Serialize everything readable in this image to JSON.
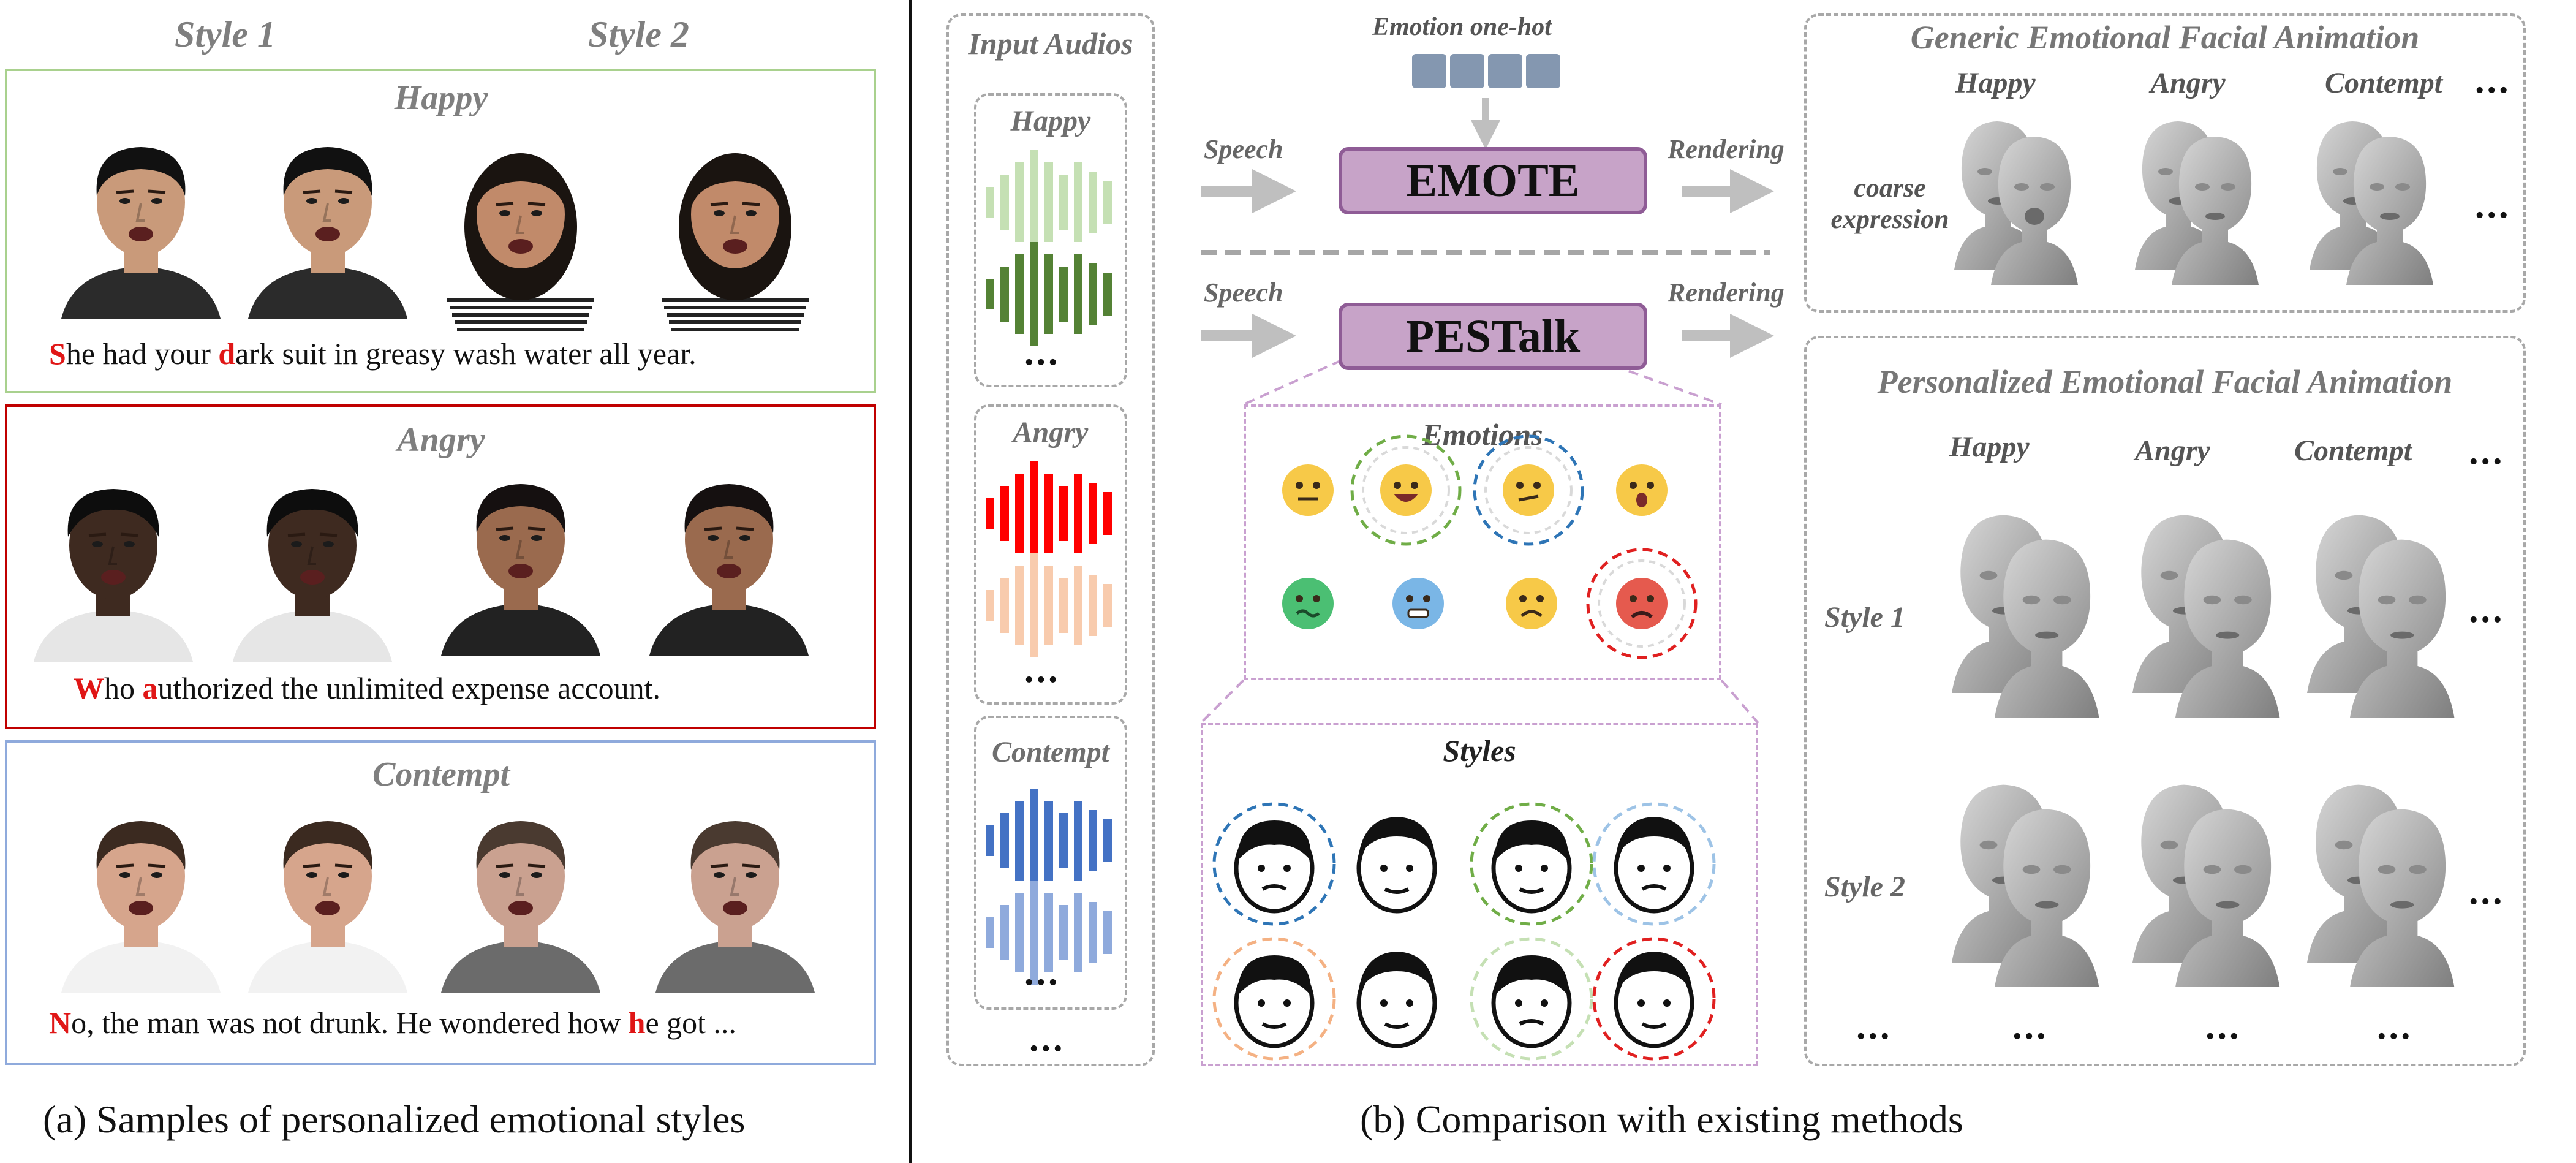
{
  "left": {
    "style_headers": [
      "Style 1",
      "Style 2"
    ],
    "groups": [
      {
        "emotion": "Happy",
        "sentence": [
          {
            "t": "S",
            "hl": true
          },
          {
            "t": "he had your "
          },
          {
            "t": "d",
            "hl": true
          },
          {
            "t": "ark suit in greasy wash water all year."
          }
        ],
        "border": "#a9d18e"
      },
      {
        "emotion": "Angry",
        "sentence": [
          {
            "t": "W",
            "hl": true
          },
          {
            "t": "ho "
          },
          {
            "t": "a",
            "hl": true
          },
          {
            "t": "uthorized the unlimited expense account."
          }
        ],
        "border": "#c00000"
      },
      {
        "emotion": "Contempt",
        "sentence": [
          {
            "t": "N",
            "hl": true
          },
          {
            "t": "o, the man was not drunk. He wondered how "
          },
          {
            "t": "h",
            "hl": true
          },
          {
            "t": "e got ..."
          }
        ],
        "border": "#8faadc"
      }
    ],
    "caption": "(a) Samples of  personalized emotional styles"
  },
  "right": {
    "input_audios_title": "Input Audios",
    "audio_groups": [
      {
        "label": "Happy",
        "colors": [
          "#c5e0b4",
          "#548235"
        ]
      },
      {
        "label": "Angry",
        "colors": [
          "#ff0000",
          "#f8cbad"
        ]
      },
      {
        "label": "Contempt",
        "colors": [
          "#4472c4",
          "#8faadc"
        ]
      }
    ],
    "ellipsis": "...",
    "emotion_onehot_label": "Emotion one-hot",
    "speech_label": "Speech",
    "rendering_label": "Rendering",
    "emote_label": "EMOTE",
    "pestalk_label": "PESTalk",
    "emotions_title": "Emotions",
    "styles_title": "Styles",
    "generic_title": "Generic Emotional Facial Animation",
    "generic_emotions": [
      "Happy",
      "Angry",
      "Contempt"
    ],
    "coarse_label": "coarse expression",
    "personalized_title": "Personalized Emotional Facial Animation",
    "personalized_emotions": [
      "Happy",
      "Angry",
      "Contempt"
    ],
    "style_rows": [
      "Style 1",
      "Style 2"
    ],
    "caption": "(b)  Comparison with existing methods"
  }
}
